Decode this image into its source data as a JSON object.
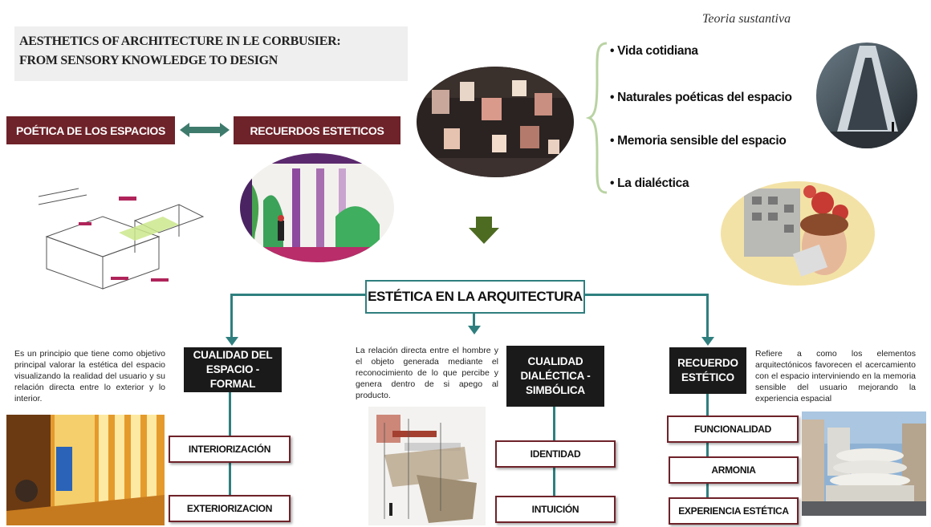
{
  "title": {
    "line1": "AESTHETICS OF ARCHITECTURE IN LE CORBUSIER:",
    "line2": "FROM SENSORY KNOWLEDGE TO DESIGN"
  },
  "teoria": "Teoria sustantiva",
  "bullets": [
    "• Vida cotidiana",
    "• Naturales poéticas del espacio",
    "• Memoria sensible del espacio",
    "• La dialéctica"
  ],
  "poetica_label": "POÉTICA DE LOS ESPACIOS",
  "recuerdos_label": "RECUERDOS ESTETICOS",
  "central_label": "ESTÉTICA EN LA ARQUITECTURA",
  "left_branch": {
    "title_line1": "CUALIDAD DEL",
    "title_line2": "ESPACIO - FORMAL",
    "description": "Es un principio que tiene como objetivo principal valorar la estética del espacio visualizando la realidad del usuario y su relación directa entre lo exterior y lo interior.",
    "items": [
      "INTERIORIZACIÓN",
      "EXTERIORIZACION"
    ]
  },
  "middle_branch": {
    "title_line1": "CUALIDAD",
    "title_line2": "DIALÉCTICA -",
    "title_line3": "SIMBÓLICA",
    "description": "La relación directa entre el hombre y el objeto generada mediante el reconocimiento de lo que percibe y genera dentro de si apego al producto.",
    "items": [
      "IDENTIDAD",
      "INTUICIÓN"
    ]
  },
  "right_branch": {
    "title_line1": "RECUERDO",
    "title_line2": "ESTÉTICO",
    "description": "Refiere a como los elementos arquitectónicos favorecen el acercamiento con el espacio interviniendo en la memoria sensible del usuario mejorando la experiencia espacial",
    "items": [
      "FUNCIONALIDAD",
      "ARMONIA",
      "EXPERIENCIA ESTÉTICA"
    ]
  },
  "colors": {
    "maroon": "#6e2229",
    "teal": "#2f7f7f",
    "dark": "#1a1a1a",
    "arrow_green": "#4e6b22"
  }
}
